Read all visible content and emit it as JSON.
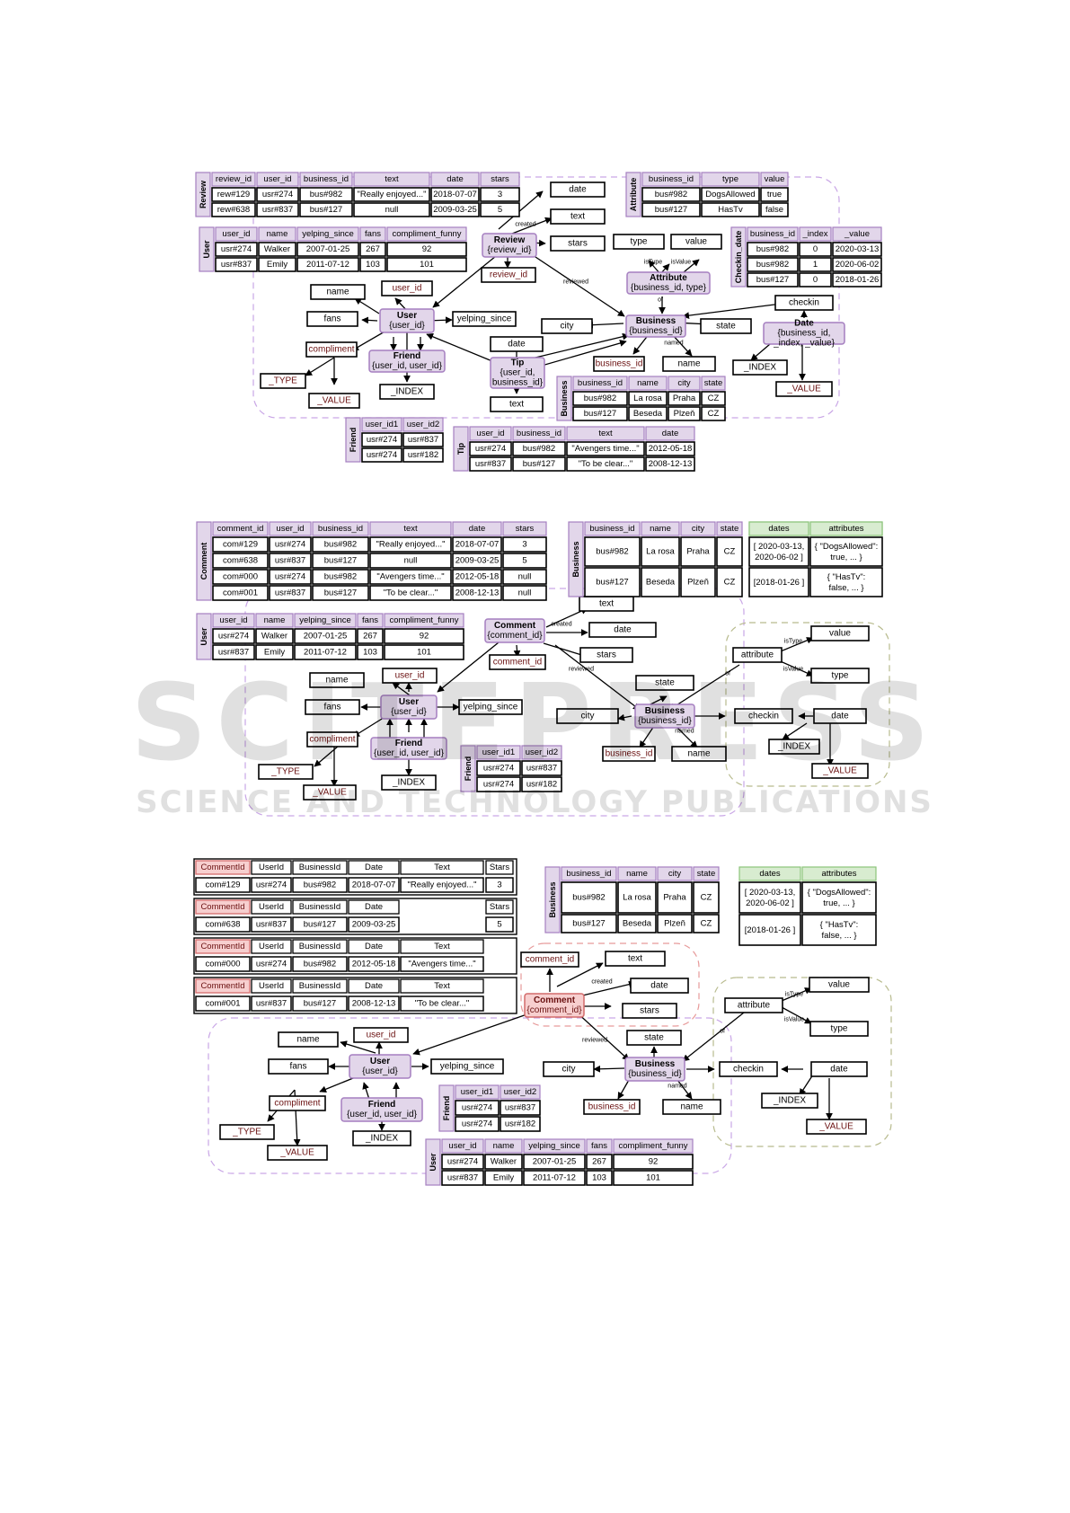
{
  "watermark": {
    "title": "SCITEPRESS",
    "subtitle": "SCIENCE AND TECHNOLOGY PUBLICATIONS"
  },
  "colors": {
    "purple_fill": "#e2d6ea",
    "purple_border": "#a57fc0",
    "purple_dash": "#c9a6e6",
    "green_fill": "#d8ecd0",
    "green_border": "#8cc47a",
    "olive_dash": "#b8bb8e",
    "red_fill": "#f7cfcf",
    "red_border": "#d36b6b",
    "red_dash": "#e79a9a",
    "dark_text": "#6a1010"
  },
  "panel1": {
    "review_table": {
      "side": "Review",
      "headers": [
        "review_id",
        "user_id",
        "business_id",
        "text",
        "date",
        "stars"
      ],
      "rows": [
        [
          "rew#129",
          "usr#274",
          "bus#982",
          "\"Really enjoyed...\"",
          "2018-07-07",
          "3"
        ],
        [
          "rew#638",
          "usr#837",
          "bus#127",
          "null",
          "2009-03-25",
          "5"
        ]
      ]
    },
    "user_table": {
      "side": "User",
      "headers": [
        "user_id",
        "name",
        "yelping_since",
        "fans",
        "compliment_funny"
      ],
      "rows": [
        [
          "usr#274",
          "Walker",
          "2007-01-25",
          "267",
          "92"
        ],
        [
          "usr#837",
          "Emily",
          "2011-07-12",
          "103",
          "101"
        ]
      ]
    },
    "attribute_table": {
      "side": "Attribute",
      "headers": [
        "business_id",
        "type",
        "value"
      ],
      "rows": [
        [
          "bus#982",
          "DogsAllowed",
          "true"
        ],
        [
          "bus#127",
          "HasTv",
          "false"
        ]
      ]
    },
    "checkin_table": {
      "side": "Checkin_date",
      "headers": [
        "business_id",
        "_index",
        "_value"
      ],
      "rows": [
        [
          "bus#982",
          "0",
          "2020-03-13"
        ],
        [
          "bus#982",
          "1",
          "2020-06-02"
        ],
        [
          "bus#127",
          "0",
          "2018-01-26"
        ]
      ]
    },
    "business_table": {
      "side": "Business",
      "headers": [
        "business_id",
        "name",
        "city",
        "state"
      ],
      "rows": [
        [
          "bus#982",
          "La rosa",
          "Praha",
          "CZ"
        ],
        [
          "bus#127",
          "Beseda",
          "Plzeň",
          "CZ"
        ]
      ]
    },
    "friend_table": {
      "side": "Friend",
      "headers": [
        "user_id1",
        "user_id2"
      ],
      "rows": [
        [
          "usr#274",
          "usr#837"
        ],
        [
          "usr#274",
          "usr#182"
        ]
      ]
    },
    "tip_table": {
      "side": "Tip",
      "headers": [
        "user_id",
        "business_id",
        "text",
        "date"
      ],
      "rows": [
        [
          "usr#274",
          "bus#982",
          "\"Avengers time...\"",
          "2012-05-18"
        ],
        [
          "usr#837",
          "bus#127",
          "\"To be clear...\"",
          "2008-12-13"
        ]
      ]
    },
    "nodes": {
      "review_name": "Review",
      "review_key": "{review_id}",
      "user_name": "User",
      "user_key": "{user_id}",
      "friend_name": "Friend",
      "friend_key": "{user_id, user_id}",
      "tip_name": "Tip",
      "tip_key1": "{user_id,",
      "tip_key2": "business_id}",
      "business_name": "Business",
      "business_key": "{business_id}",
      "attribute_name": "Attribute",
      "attribute_key": "{business_id, type}",
      "date_name": "Date",
      "date_key1": "{business_id,",
      "date_key2": "_index, _value}"
    },
    "attrs": {
      "date": "date",
      "text": "text",
      "stars": "stars",
      "review_id": "review_id",
      "type": "type",
      "value": "value",
      "name": "name",
      "user_id": "user_id",
      "fans": "fans",
      "yelping_since": "yelping_since",
      "compliment": "compliment",
      "_type": "_TYPE",
      "_value": "_VALUE",
      "_index": "_INDEX",
      "city": "city",
      "state": "state",
      "checkin": "checkin",
      "business_id": "business_id",
      "tip_date": "date",
      "tip_text": "text",
      "bname": "name",
      "date_index": "_INDEX",
      "date_value": "_VALUE"
    },
    "edge_labels": {
      "created": "created",
      "reviewed": "reviewed",
      "istype": "isType",
      "isvalue": "isValue",
      "of": "of",
      "named": "named"
    }
  },
  "panel2": {
    "comment_table": {
      "side": "Comment",
      "headers": [
        "comment_id",
        "user_id",
        "business_id",
        "text",
        "date",
        "stars"
      ],
      "rows": [
        [
          "com#129",
          "usr#274",
          "bus#982",
          "\"Really enjoyed...\"",
          "2018-07-07",
          "3"
        ],
        [
          "com#638",
          "usr#837",
          "bus#127",
          "null",
          "2009-03-25",
          "5"
        ],
        [
          "com#000",
          "usr#274",
          "bus#982",
          "\"Avengers time...\"",
          "2012-05-18",
          "null"
        ],
        [
          "com#001",
          "usr#837",
          "bus#127",
          "\"To be clear...\"",
          "2008-12-13",
          "null"
        ]
      ]
    },
    "business_table": {
      "side": "Business",
      "headers": [
        "business_id",
        "name",
        "city",
        "state",
        "dates",
        "attributes"
      ],
      "rows": [
        [
          "bus#982",
          "La rosa",
          "Praha",
          "CZ",
          "[ 2020-03-13, 2020-06-02 ]",
          "{ \"DogsAllowed\": true, ... }"
        ],
        [
          "bus#127",
          "Beseda",
          "Plzeň",
          "CZ",
          "[2018-01-26 ]",
          "{ \"HasTv\": false, ... }"
        ]
      ]
    },
    "user_table": {
      "side": "User",
      "headers": [
        "user_id",
        "name",
        "yelping_since",
        "fans",
        "compliment_funny"
      ],
      "rows": [
        [
          "usr#274",
          "Walker",
          "2007-01-25",
          "267",
          "92"
        ],
        [
          "usr#837",
          "Emily",
          "2011-07-12",
          "103",
          "101"
        ]
      ]
    },
    "friend_table": {
      "side": "Friend",
      "headers": [
        "user_id1",
        "user_id2"
      ],
      "rows": [
        [
          "usr#274",
          "usr#837"
        ],
        [
          "usr#274",
          "usr#182"
        ]
      ]
    },
    "nodes": {
      "comment_name": "Comment",
      "comment_key": "{comment_id}",
      "user_name": "User",
      "user_key": "{user_id}",
      "friend_name": "Friend",
      "friend_key": "{user_id, user_id}",
      "business_name": "Business",
      "business_key": "{business_id}"
    },
    "attrs": {
      "text": "text",
      "date": "date",
      "stars": "stars",
      "comment_id": "comment_id",
      "name": "name",
      "user_id": "user_id",
      "fans": "fans",
      "yelping_since": "yelping_since",
      "compliment": "compliment",
      "_type": "_TYPE",
      "_value": "_VALUE",
      "_index": "_INDEX",
      "state": "state",
      "city": "city",
      "checkin": "checkin",
      "business_id": "business_id",
      "bname": "name",
      "attribute": "attribute",
      "value": "value",
      "type": "type",
      "ddate": "date",
      "d_index": "_INDEX",
      "d_value": "_VALUE"
    },
    "edge_labels": {
      "created": "created",
      "reviewed": "reviewed",
      "istype": "isType",
      "isvalue": "isValue",
      "of": "of",
      "named": "named"
    }
  },
  "panel3": {
    "comment_tables": [
      {
        "headers": [
          "CommentId",
          "UserId",
          "BusinessId",
          "Date",
          "Text",
          "Stars"
        ],
        "row": [
          "com#129",
          "usr#274",
          "bus#982",
          "2018-07-07",
          "\"Really enjoyed...\"",
          "3"
        ]
      },
      {
        "headers": [
          "CommentId",
          "UserId",
          "BusinessId",
          "Date",
          "",
          "Stars"
        ],
        "row": [
          "com#638",
          "usr#837",
          "bus#127",
          "2009-03-25",
          "",
          "5"
        ]
      },
      {
        "headers": [
          "CommentId",
          "UserId",
          "BusinessId",
          "Date",
          "Text",
          ""
        ],
        "row": [
          "com#000",
          "usr#274",
          "bus#982",
          "2012-05-18",
          "\"Avengers time...\"",
          ""
        ]
      },
      {
        "headers": [
          "CommentId",
          "UserId",
          "BusinessId",
          "Date",
          "Text",
          ""
        ],
        "row": [
          "com#001",
          "usr#837",
          "bus#127",
          "2008-12-13",
          "\"To be clear...\"",
          ""
        ]
      }
    ],
    "business_table": {
      "side": "Business",
      "headers": [
        "business_id",
        "name",
        "city",
        "state",
        "dates",
        "attributes"
      ],
      "rows": [
        [
          "bus#982",
          "La rosa",
          "Praha",
          "CZ",
          "[ 2020-03-13, 2020-06-02 ]",
          "{ \"DogsAllowed\": true, ... }"
        ],
        [
          "bus#127",
          "Beseda",
          "Plzeň",
          "CZ",
          "[2018-01-26 ]",
          "{ \"HasTv\": false, ... }"
        ]
      ]
    },
    "friend_table": {
      "side": "Friend",
      "headers": [
        "user_id1",
        "user_id2"
      ],
      "rows": [
        [
          "usr#274",
          "usr#837"
        ],
        [
          "usr#274",
          "usr#182"
        ]
      ]
    },
    "user_table": {
      "side": "User",
      "headers": [
        "user_id",
        "name",
        "yelping_since",
        "fans",
        "compliment_funny"
      ],
      "rows": [
        [
          "usr#274",
          "Walker",
          "2007-01-25",
          "267",
          "92"
        ],
        [
          "usr#837",
          "Emily",
          "2011-07-12",
          "103",
          "101"
        ]
      ]
    },
    "nodes": {
      "comment_name": "Comment",
      "comment_key": "{comment_id}",
      "user_name": "User",
      "user_key": "{user_id}",
      "friend_name": "Friend",
      "friend_key": "{user_id, user_id}",
      "business_name": "Business",
      "business_key": "{business_id}"
    },
    "attrs": {
      "comment_id": "comment_id",
      "text": "text",
      "date": "date",
      "stars": "stars",
      "name": "name",
      "user_id": "user_id",
      "fans": "fans",
      "yelping_since": "yelping_since",
      "compliment": "compliment",
      "_type": "_TYPE",
      "_value": "_VALUE",
      "_index": "_INDEX",
      "state": "state",
      "city": "city",
      "checkin": "checkin",
      "business_id": "business_id",
      "bname": "name",
      "attribute": "attribute",
      "value": "value",
      "type": "type",
      "ddate": "date",
      "d_index": "_INDEX",
      "d_value": "_VALUE"
    },
    "edge_labels": {
      "created": "created",
      "reviewed": "reviewed",
      "istype": "isType",
      "isvalue": "isValue",
      "of": "of",
      "named": "named"
    }
  }
}
